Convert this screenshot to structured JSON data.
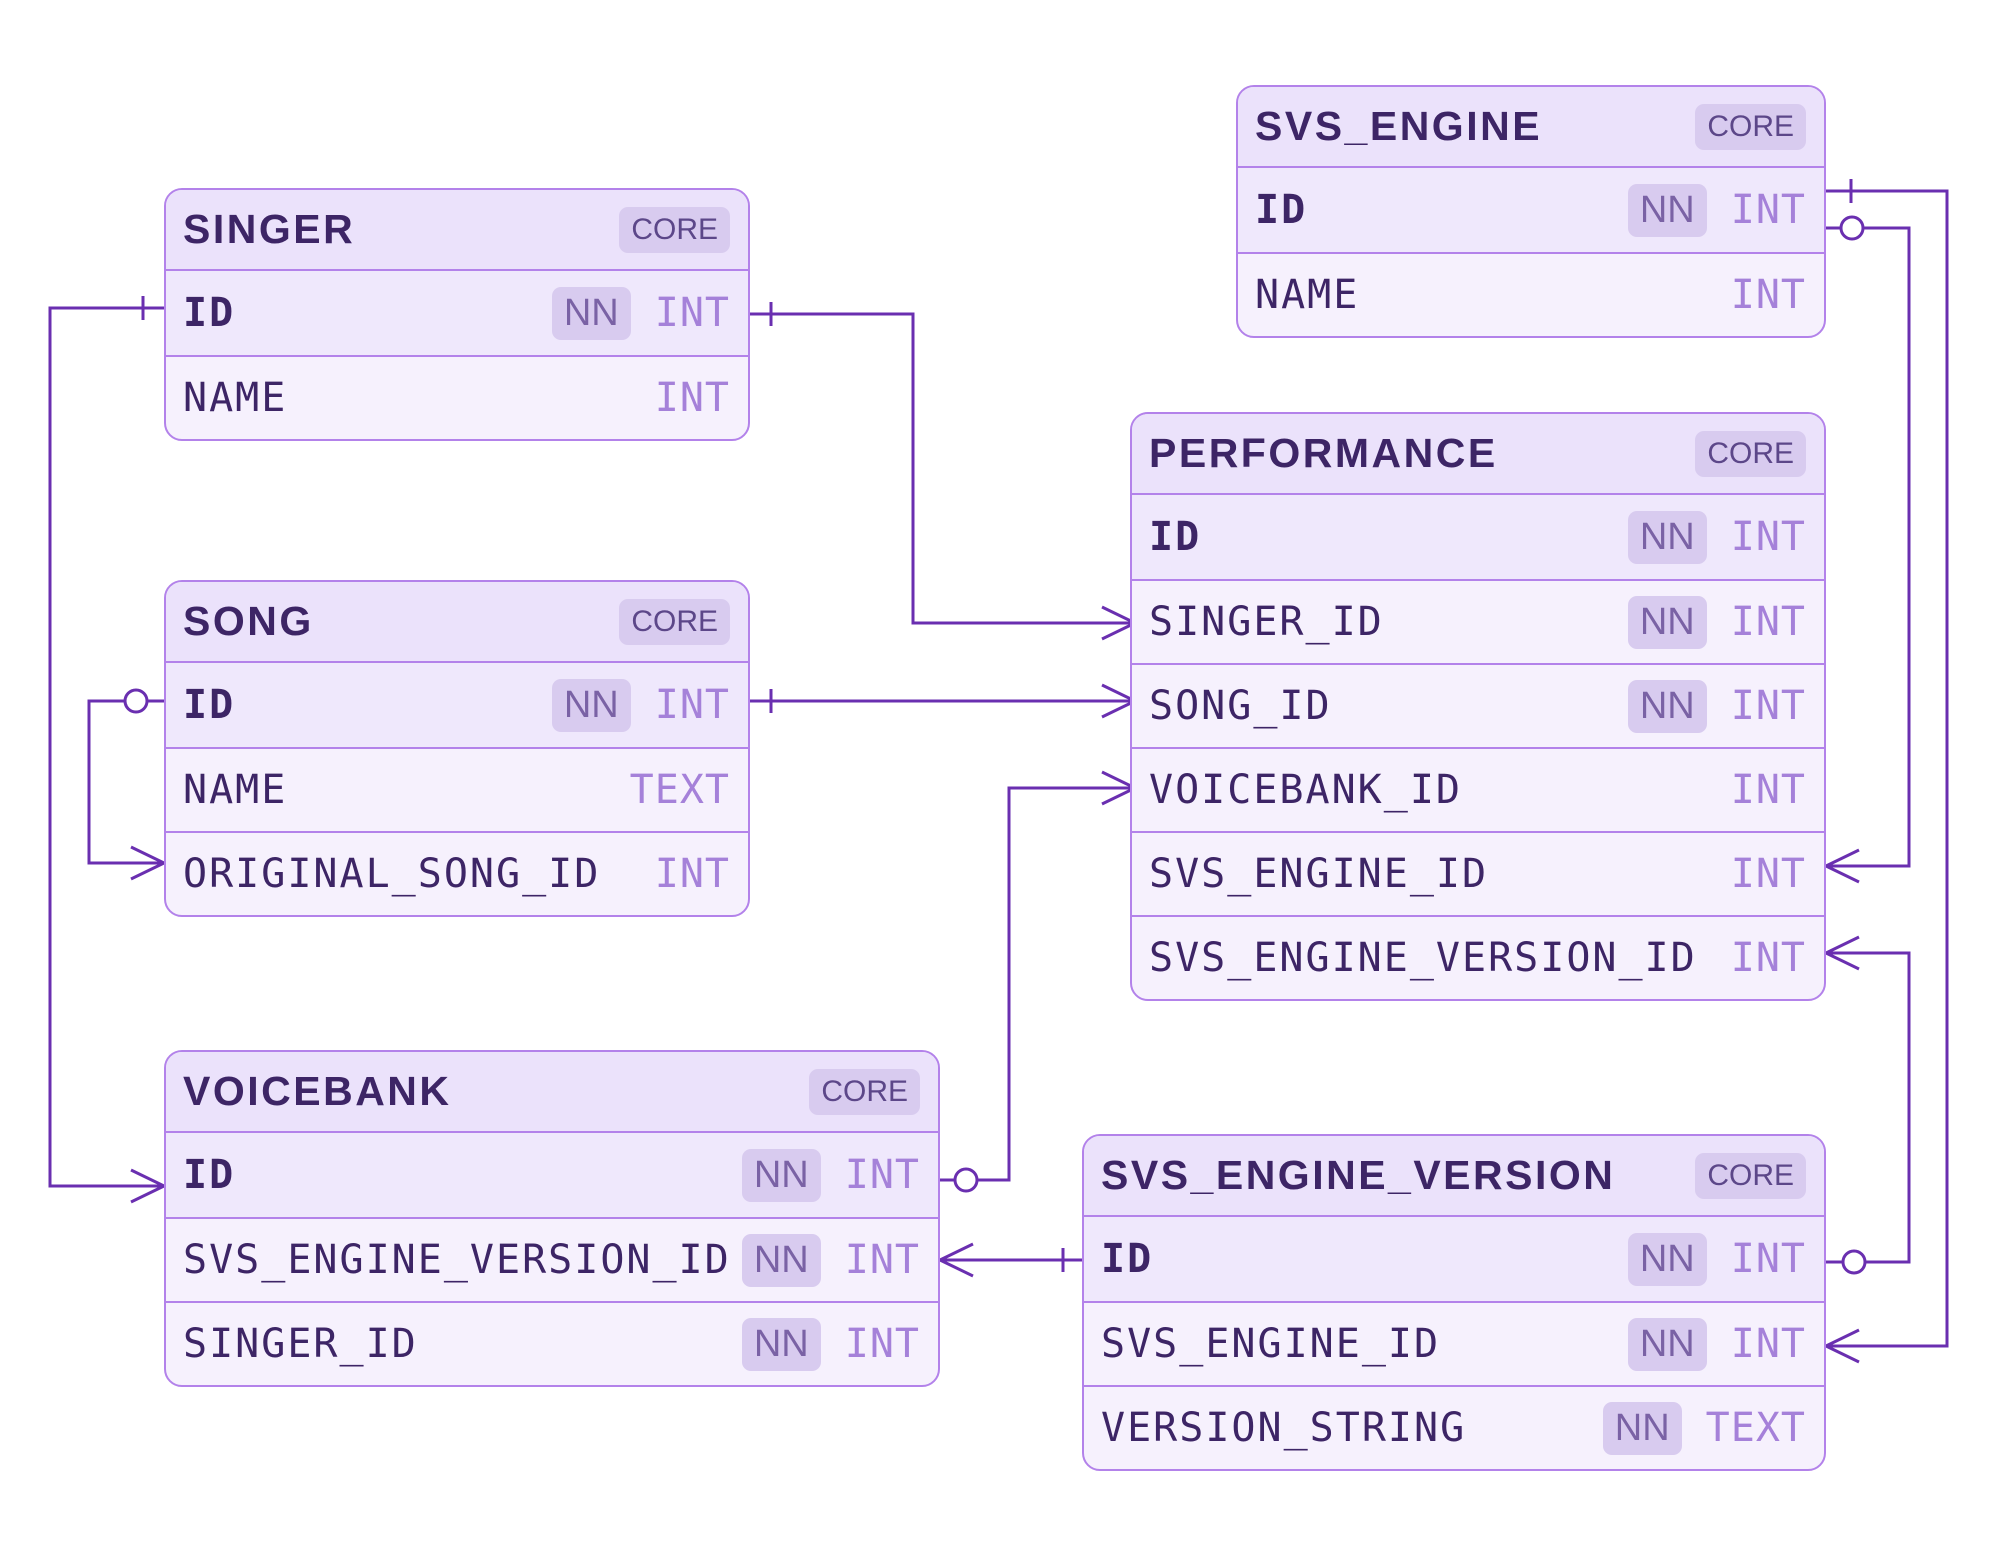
{
  "colors": {
    "border": "#b382ea",
    "line": "#6a2fb0",
    "header": "#ebe2fb",
    "row": "#f6f1fd"
  },
  "entities": {
    "singer": {
      "title": "SINGER",
      "badge": "CORE",
      "rows": [
        {
          "name": "ID",
          "nn": "NN",
          "type": "INT"
        },
        {
          "name": "NAME",
          "type": "INT"
        }
      ]
    },
    "song": {
      "title": "SONG",
      "badge": "CORE",
      "rows": [
        {
          "name": "ID",
          "nn": "NN",
          "type": "INT"
        },
        {
          "name": "NAME",
          "type": "TEXT"
        },
        {
          "name": "ORIGINAL_SONG_ID",
          "type": "INT"
        }
      ]
    },
    "voicebank": {
      "title": "VOICEBANK",
      "badge": "CORE",
      "rows": [
        {
          "name": "ID",
          "nn": "NN",
          "type": "INT"
        },
        {
          "name": "SVS_ENGINE_VERSION_ID",
          "nn": "NN",
          "type": "INT"
        },
        {
          "name": "SINGER_ID",
          "nn": "NN",
          "type": "INT"
        }
      ]
    },
    "svs_engine": {
      "title": "SVS_ENGINE",
      "badge": "CORE",
      "rows": [
        {
          "name": "ID",
          "nn": "NN",
          "type": "INT"
        },
        {
          "name": "NAME",
          "type": "INT"
        }
      ]
    },
    "performance": {
      "title": "PERFORMANCE",
      "badge": "CORE",
      "rows": [
        {
          "name": "ID",
          "nn": "NN",
          "type": "INT"
        },
        {
          "name": "SINGER_ID",
          "nn": "NN",
          "type": "INT"
        },
        {
          "name": "SONG_ID",
          "nn": "NN",
          "type": "INT"
        },
        {
          "name": "VOICEBANK_ID",
          "type": "INT"
        },
        {
          "name": "SVS_ENGINE_ID",
          "type": "INT"
        },
        {
          "name": "SVS_ENGINE_VERSION_ID",
          "type": "INT"
        }
      ]
    },
    "svs_engine_version": {
      "title": "SVS_ENGINE_VERSION",
      "badge": "CORE",
      "rows": [
        {
          "name": "ID",
          "nn": "NN",
          "type": "INT"
        },
        {
          "name": "SVS_ENGINE_ID",
          "nn": "NN",
          "type": "INT"
        },
        {
          "name": "VERSION_STRING",
          "nn": "NN",
          "type": "TEXT"
        }
      ]
    }
  },
  "relationships": [
    {
      "from": "singer.ID",
      "from_end": "one",
      "to": "performance.SINGER_ID",
      "to_end": "many"
    },
    {
      "from": "singer.ID",
      "from_end": "one",
      "to": "voicebank.ID",
      "to_end": "many"
    },
    {
      "from": "song.ID",
      "from_end": "one",
      "to": "performance.SONG_ID",
      "to_end": "many"
    },
    {
      "from": "song.ID",
      "from_end": "zero-or-one",
      "to": "song.ORIGINAL_SONG_ID",
      "to_end": "many"
    },
    {
      "from": "voicebank.ID",
      "from_end": "zero-or-one",
      "to": "performance.VOICEBANK_ID",
      "to_end": "many"
    },
    {
      "from": "svs_engine_version.ID",
      "from_end": "one",
      "to": "voicebank.SVS_ENGINE_VERSION_ID",
      "to_end": "many"
    },
    {
      "from": "svs_engine.ID",
      "from_end": "zero-or-one",
      "to": "performance.SVS_ENGINE_ID",
      "to_end": "many"
    },
    {
      "from": "svs_engine.ID",
      "from_end": "one",
      "to": "svs_engine_version.SVS_ENGINE_ID",
      "to_end": "many"
    },
    {
      "from": "svs_engine_version.ID",
      "from_end": "zero-or-one",
      "to": "performance.SVS_ENGINE_VERSION_ID",
      "to_end": "many"
    }
  ]
}
